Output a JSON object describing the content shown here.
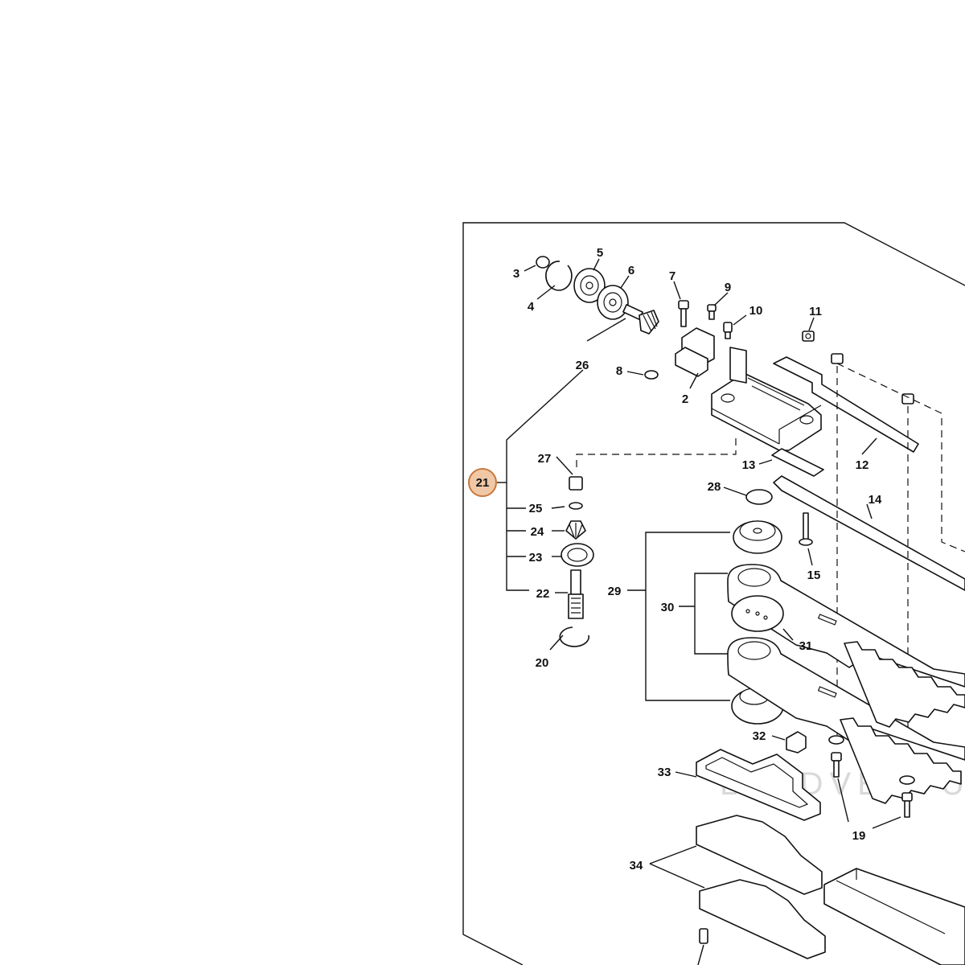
{
  "highlight_color": "#f0c8a6",
  "highlight_stroke": "#c8783c",
  "watermark": "LEADVENTU",
  "highlighted_part": "21",
  "labels": {
    "p2": "2",
    "p3": "3",
    "p4": "4",
    "p5": "5",
    "p6": "6",
    "p7": "7",
    "p8": "8",
    "p9": "9",
    "p10": "10",
    "p11": "11",
    "p12": "12",
    "p13": "13",
    "p14": "14",
    "p15": "15",
    "p19": "19",
    "p20": "20",
    "p22": "22",
    "p23": "23",
    "p24": "24",
    "p25": "25",
    "p26": "26",
    "p27": "27",
    "p28": "28",
    "p29": "29",
    "p30": "30",
    "p31": "31",
    "p32": "32",
    "p33": "33",
    "p34": "34"
  }
}
